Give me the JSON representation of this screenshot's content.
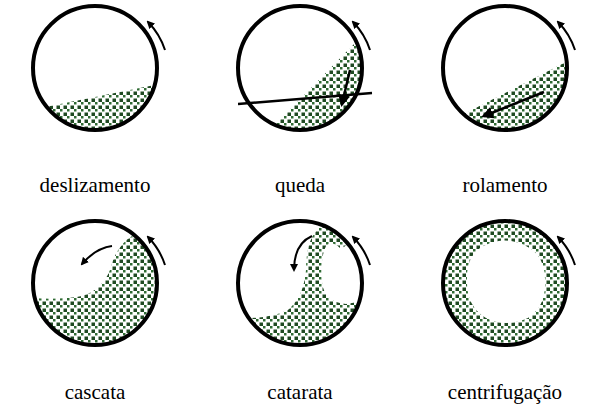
{
  "diagram": {
    "labels": [
      "deslizamento",
      "queda",
      "rolamento",
      "cascata",
      "catarata",
      "centrifugação"
    ]
  }
}
